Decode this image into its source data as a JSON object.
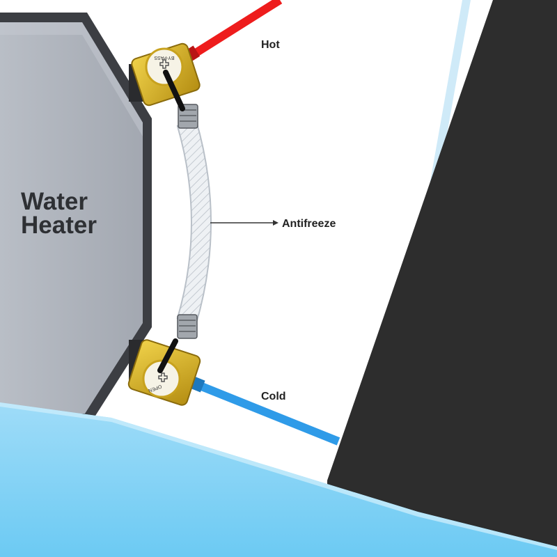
{
  "heater": {
    "line1": "Water",
    "line2": "Heater"
  },
  "labels": {
    "hot": "Hot",
    "antifreeze": "Antifreeze",
    "cold": "Cold"
  },
  "valves": {
    "top_marking": "BY-PASS",
    "bottom_marking": "OPEN"
  },
  "colors": {
    "heater_body": "#aeb3bc",
    "heater_border": "#3c3e43",
    "hot_pipe": "#ee1c1c",
    "cold_pipe": "#2f9be8",
    "valve_brass": "#d8b52a",
    "hose": "#e6ebf0",
    "floor": "#8fd6f7",
    "wall": "#2d2d2d"
  }
}
